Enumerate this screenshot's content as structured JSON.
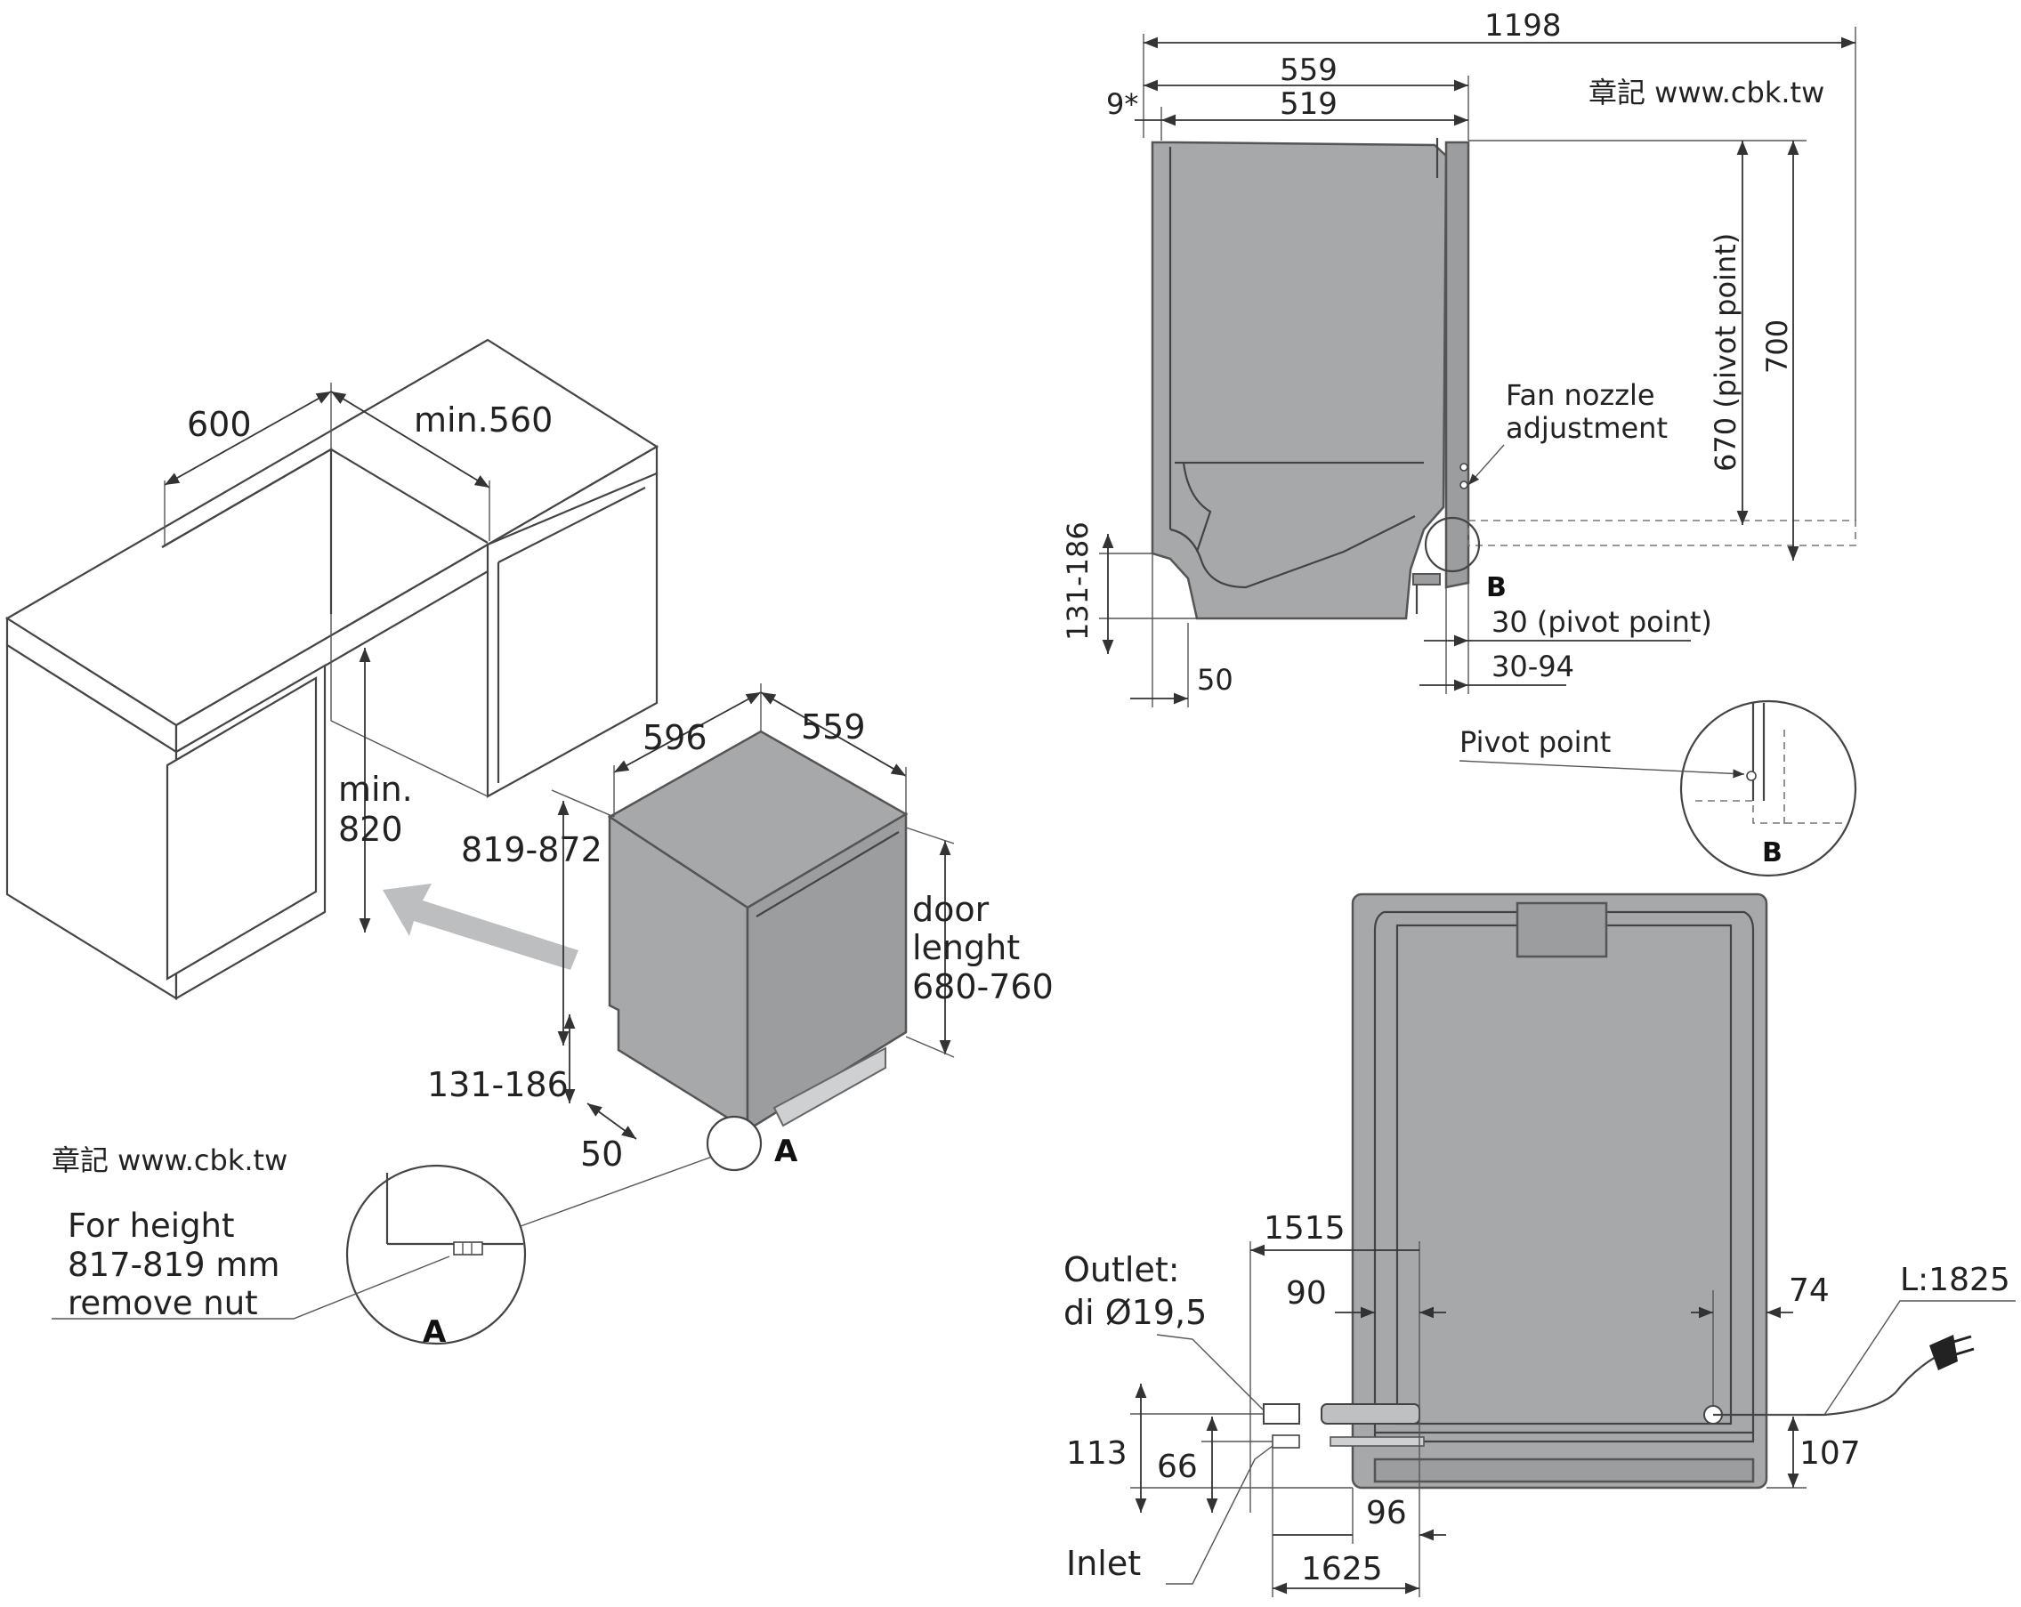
{
  "watermarks": {
    "top_right": "章記 www.cbk.tw",
    "left": "章記 www.cbk.tw"
  },
  "iso_view": {
    "niche_width": "600",
    "niche_depth": "min.560",
    "niche_height_line1": "min.",
    "niche_height_line2": "820",
    "appliance_width": "596",
    "appliance_depth": "559",
    "appliance_height": "819-872",
    "door_line1": "door",
    "door_line2": "lenght",
    "door_line3": "680-760",
    "plinth_height": "131-186",
    "plinth_depth": "50",
    "detail_marker": "A",
    "note_line1": "For height",
    "note_line2": "817-819 mm",
    "note_line3": "remove nut",
    "detail_label": "A"
  },
  "side_view": {
    "total_depth": "1198",
    "depth_outer": "559",
    "depth_inner": "519",
    "offset": "9*",
    "height_pivot": "670 (pivot point)",
    "height_total": "700",
    "fan_line1": "Fan nozzle",
    "fan_line2": "adjustment",
    "plinth_height": "131-186",
    "plinth_depth": "50",
    "detail_marker": "B",
    "pivot_offset": "30 (pivot point)",
    "door_offset": "30-94",
    "pivot_label": "Pivot point",
    "detail_label": "B"
  },
  "back_view": {
    "dim_1515": "1515",
    "outlet_line1": "Outlet:",
    "outlet_line2": "di Ø19,5",
    "dim_90": "90",
    "dim_74": "74",
    "cable": "L:1825",
    "dim_113": "113",
    "dim_66": "66",
    "dim_107": "107",
    "dim_96": "96",
    "inlet": "Inlet",
    "dim_1625": "1625"
  }
}
